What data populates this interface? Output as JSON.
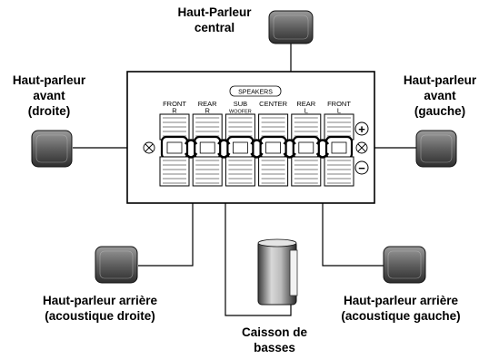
{
  "labels": {
    "center": [
      "Haut-Parleur",
      "central"
    ],
    "front_right": [
      "Haut-parleur",
      "avant",
      "(droite)"
    ],
    "front_left": [
      "Haut-parleur",
      "avant",
      "(gauche)"
    ],
    "rear_right": [
      "Haut-parleur arrière",
      "(acoustique droite)"
    ],
    "rear_left": [
      "Haut-parleur arrière",
      "(acoustique gauche)"
    ],
    "subwoofer": [
      "Caisson de",
      "basses"
    ]
  },
  "panel": {
    "speakers_label": "SPEAKERS",
    "terminals": [
      {
        "line1": "FRONT",
        "line2": "R"
      },
      {
        "line1": "REAR",
        "line2": "R"
      },
      {
        "line1": "SUB",
        "line2": "WOOFER"
      },
      {
        "line1": "CENTER",
        "line2": ""
      },
      {
        "line1": "REAR",
        "line2": "L"
      },
      {
        "line1": "FRONT",
        "line2": "L"
      }
    ],
    "plus_symbol": "+",
    "minus_symbol": "−"
  }
}
